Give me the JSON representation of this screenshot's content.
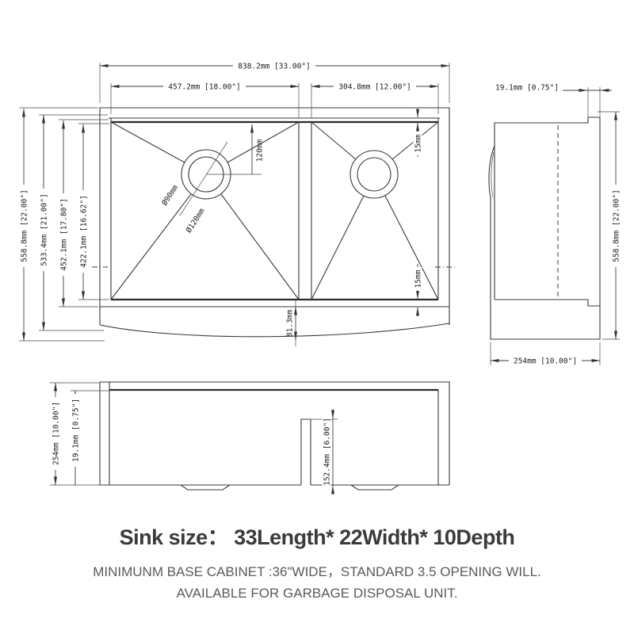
{
  "product": "double bowl farmhouse apron kitchen sink dimension drawing",
  "views": {
    "plan": {
      "dims": {
        "overall_width": "838.2mm [33.00\"]",
        "left_bowl_width": "457.2mm [18.00\"]",
        "right_bowl_width": "304.8mm [12.00\"]",
        "overall_depth": "558.8mm [22.00\"]",
        "depth_21": "533.4mm [21.00\"]",
        "bowl_depth_outer": "452.1mm [17.80\"]",
        "bowl_depth_inner": "422.1mm [16.62\"]",
        "drain_offset": "120mm",
        "drain_hole_dia": "Ø90mm",
        "drain_flange_dia": "Ø120mm",
        "corner_radius_top": "15mm",
        "corner_radius_bottom": "15mm",
        "apron_bulge": "81.3mm"
      }
    },
    "side": {
      "dims": {
        "rim_lip": "19.1mm [0.75\"]",
        "overall_depth": "558.8mm [22.00\"]",
        "bowl_height": "254mm [10.00\"]"
      }
    },
    "front": {
      "dims": {
        "height": "254mm [10.00\"]",
        "rim_lip": "19.1mm [0.75\"]",
        "divider_height": "152.4mm [6.00\"]"
      }
    }
  },
  "footer": {
    "heading": "Sink size： 33Length* 22Width* 10Depth",
    "note_line1": "MINIMUNM BASE CABINET :36\"WIDE，STANDARD 3.5 OPENING WILL.",
    "note_line2": "AVAILABLE FOR GARBAGE DISPOSAL UNIT."
  },
  "colors": {
    "background": "#ffffff",
    "line": "#3a3a3a",
    "dimension_text": "#1d1d1d",
    "heading_text": "#3a3a3c",
    "note_text": "#5a5a5c"
  }
}
